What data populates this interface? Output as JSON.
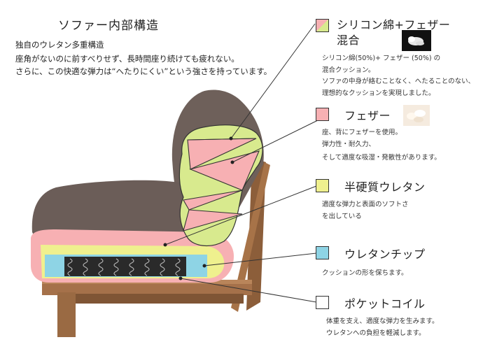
{
  "header": {
    "title": "ソファー内部構造",
    "subtitle": "独自のウレタン多重構造",
    "desc_line1": "座角がないのに前すべりせず、長時間座り続けても疲れない。",
    "desc_line2": "さらに、この快適な弾力は“へたりにくい”という強さを持っています。"
  },
  "legend": {
    "silicone": {
      "name_line1": "シリコン綿+フェザー",
      "name_line2": "混合",
      "desc_line1": "シリコン綿(50%)+ フェザー (50%) の",
      "desc_line2": "混合クッション。",
      "desc_line3": "ソファの中身が絡むことなく、へたることのない、",
      "desc_line4": "理想的なクッションを実現しました。"
    },
    "feather": {
      "name": "フェザー",
      "desc_line1": "座、背にフェザーを使用。",
      "desc_line2": "弾力性・耐久力、",
      "desc_line3": "そして適度な吸湿・発散性があります。"
    },
    "urethane": {
      "name": "半硬質ウレタン",
      "desc_line1": "適度な弾力と表面のソフトさ",
      "desc_line2": "を出している"
    },
    "chip": {
      "name": "ウレタンチップ",
      "desc_line1": "クッションの形を保ちます。"
    },
    "coil": {
      "name": "ポケットコイル",
      "desc_line1": "体重を支え、適度な弾力を生みます。",
      "desc_line2": "ウレタンへの負担を軽減します。"
    }
  },
  "colors": {
    "pink": "#f7b0b3",
    "green": "#d8ea8e",
    "yellow": "#eff08e",
    "blue": "#8ed4e5",
    "white": "#ffffff",
    "fabric": "#6b5d58",
    "wood": "#9a6a43"
  }
}
